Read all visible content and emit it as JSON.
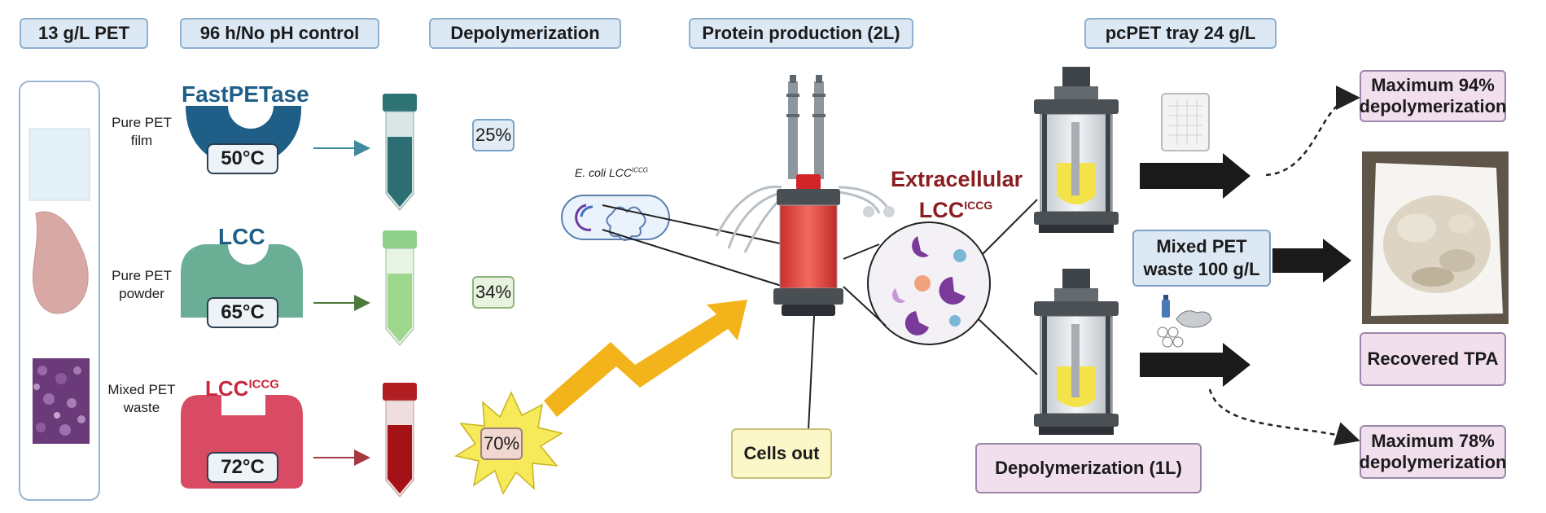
{
  "headers": {
    "pet": "13 g/L PET",
    "conditions": "96 h/No pH control",
    "depolymerization": "Depolymerization",
    "protein": "Protein production (2L)",
    "tray": "pcPET tray 24 g/L"
  },
  "substrates": {
    "film_line1": "Pure PET",
    "film_line2": "film",
    "powder_line1": "Pure PET",
    "powder_line2": "powder",
    "mixed_line1": "Mixed PET",
    "mixed_line2": "waste"
  },
  "enzymes": {
    "fastpetase": "FastPETase",
    "lcc": "LCC",
    "lcciccg_base": "LCC",
    "lcciccg_sup": "ICCG",
    "temp1": "50°C",
    "temp2": "65°C",
    "temp3": "72°C"
  },
  "results": {
    "r1": "25%",
    "r2": "34%",
    "r3": "70%"
  },
  "production": {
    "ecoli_base": "E. coli LCC",
    "ecoli_sup": "ICCG",
    "extracellular": "Extracellular",
    "lcc_base": "LCC",
    "lcc_sup": "ICCG",
    "cells_out": "Cells out"
  },
  "outcomes": {
    "max94_line1": "Maximum 94%",
    "max94_line2": "depolymerization",
    "mixed_line1": "Mixed PET",
    "mixed_line2": "waste 100 g/L",
    "depol_1l": "Depolymerization (1L)",
    "recovered": "Recovered TPA",
    "max78_line1": "Maximum 78%",
    "max78_line2": "depolymerization"
  },
  "colors": {
    "header_fill": "#dce9f5",
    "fastpetase_blue": "#1f5f87",
    "lcc_green": "#6aae95",
    "lcciccg_red": "#d94b63",
    "star_yellow": "#f6ea5a",
    "arrow_orange": "#f3b31b",
    "reactor_red": "#e94b49",
    "outcome_pink": "#f2dfee"
  }
}
